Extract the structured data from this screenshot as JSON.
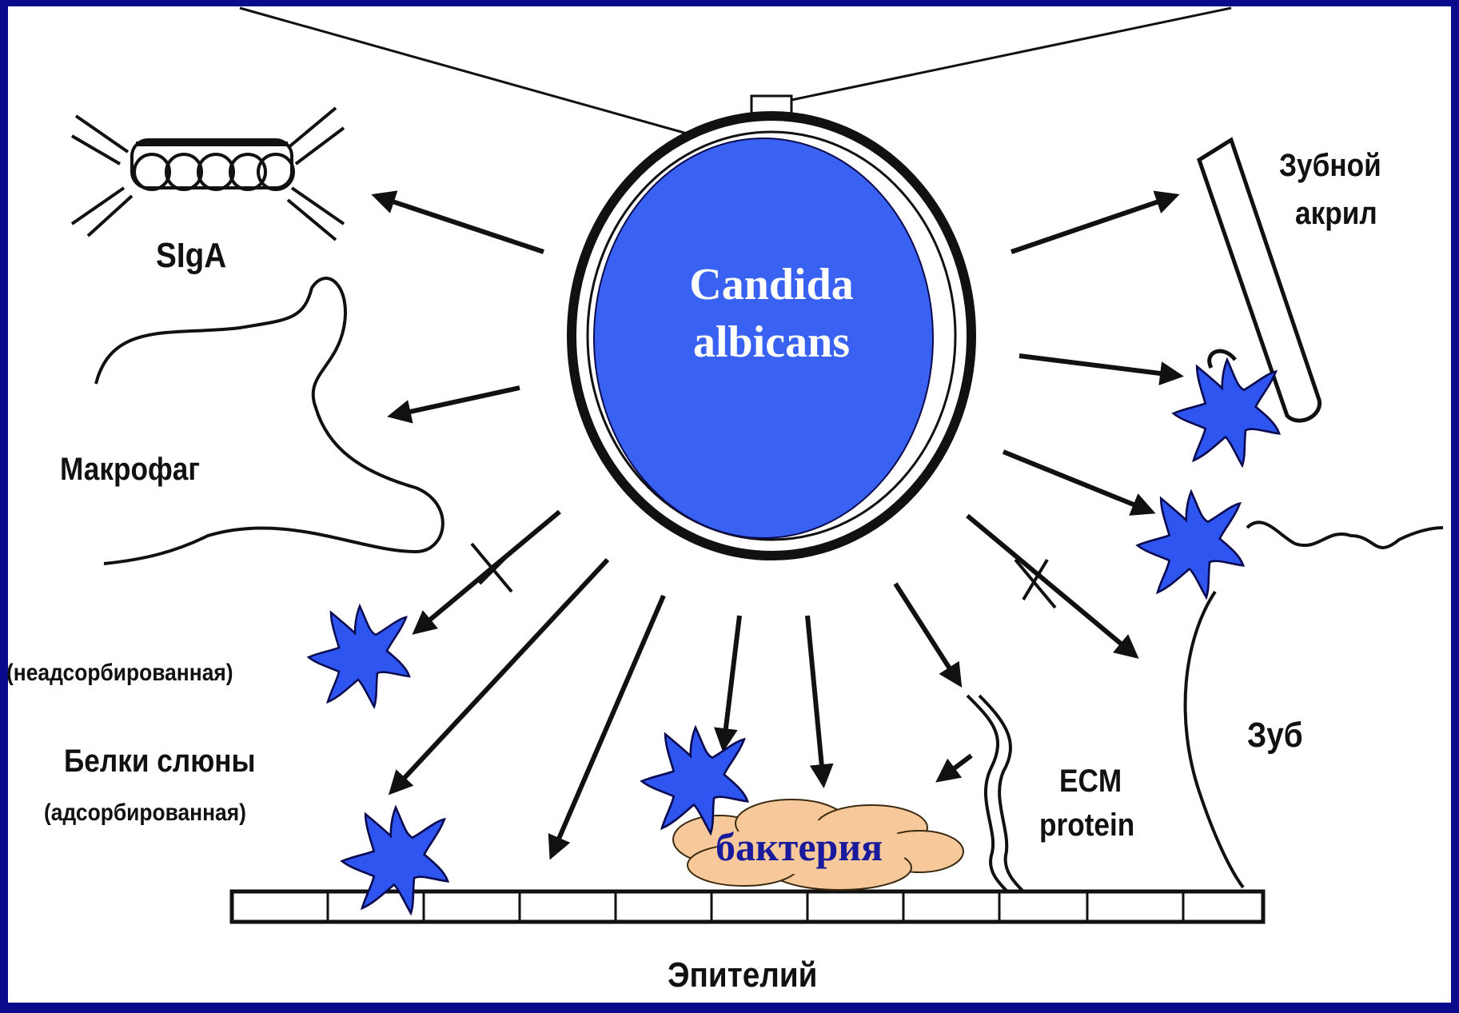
{
  "diagram": {
    "center_cell": {
      "name": "Candida\nalbicans",
      "fill": "#3a62f2"
    },
    "targets": {
      "siga": "SIgA",
      "macrophage": "Макрофаг",
      "saliva_unadsorbed": "(неадсорбированная)",
      "saliva_proteins": "Белки слюны",
      "saliva_adsorbed": "(адсорбированная)",
      "bacteria": "бактерия",
      "ecm_line1": "ECM",
      "ecm_line2": "protein",
      "epithelium": "Эпителий",
      "tooth": "Зуб",
      "acrylic_line1": "Зубной",
      "acrylic_line2": "акрил"
    },
    "colors": {
      "frame": "#0a0a8c",
      "panel": "#ffffff",
      "star": "#2e55f0",
      "bacteria_fill": "#f7c89a",
      "ink": "#111111"
    }
  }
}
